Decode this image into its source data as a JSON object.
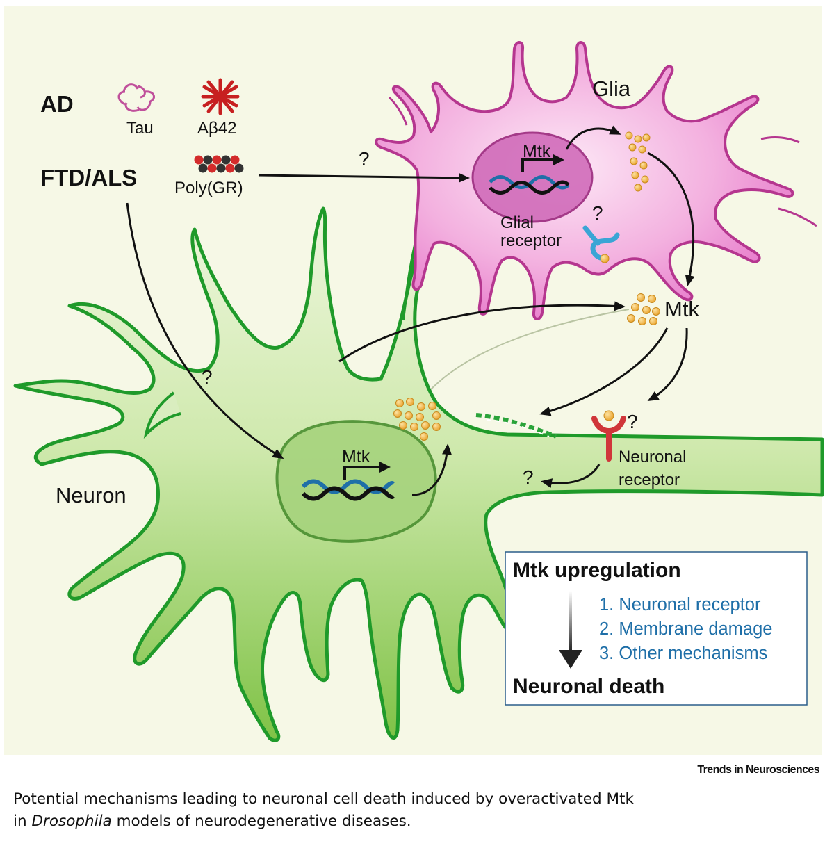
{
  "diagram": {
    "disease_labels": {
      "ad": "AD",
      "ftd_als": "FTD/ALS"
    },
    "aggregates": {
      "tau": "Tau",
      "abeta": "Aβ42",
      "polygr": "Poly(GR)"
    },
    "cells": {
      "glia": "Glia",
      "neuron": "Neuron"
    },
    "gene_labels": {
      "glia": "Mtk",
      "neuron": "Mtk"
    },
    "secreted_label": "Mtk",
    "glial_receptor": [
      "Glial",
      "receptor"
    ],
    "neuronal_receptor": [
      "Neuronal",
      "receptor"
    ],
    "unknown_mark": "?",
    "box": {
      "top": "Mtk upregulation",
      "items": [
        "1. Neuronal receptor",
        "2. Membrane damage",
        "3. Other mechanisms"
      ],
      "bottom": "Neuronal death"
    },
    "colors": {
      "background": "#f6f8e6",
      "glia_fill": "#ee9ad6",
      "glia_outline": "#b5368f",
      "neuron_fill": "#b8df8a",
      "neuron_outline": "#1f9a2a",
      "vesicle": "#f2b13a",
      "item_text": "#1f6fa8"
    }
  },
  "footer": {
    "journal": "Trends in Neurosciences",
    "caption_line1": "Potential mechanisms leading to neuronal cell death induced by overactivated Mtk",
    "caption_line2_pre": "in ",
    "caption_line2_em": "Drosophila",
    "caption_line2_post": " models of neurodegenerative diseases."
  }
}
